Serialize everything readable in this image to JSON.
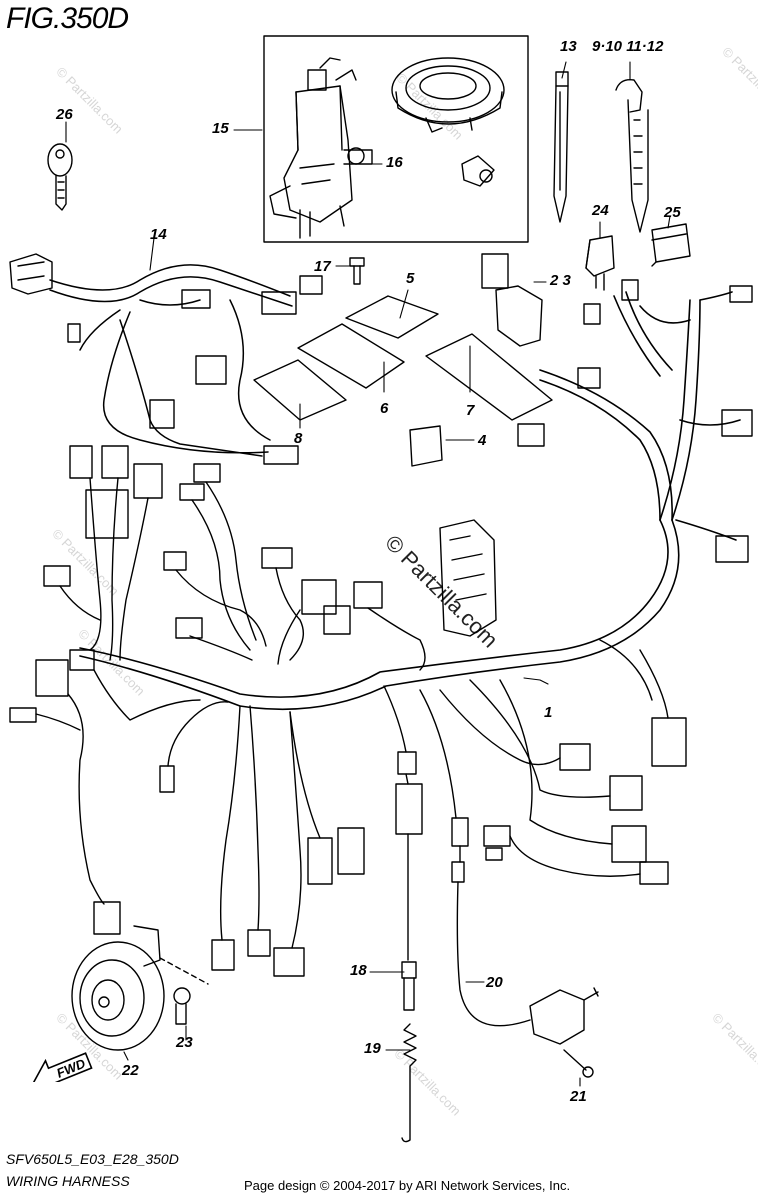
{
  "figure_title": "FIG.350D",
  "watermark": "© Partzilla.com",
  "watermark_center": "© Partzilla.com",
  "diagram_code": "SFV650L5_E03_E28_350D",
  "diagram_subtitle": "WIRING HARNESS",
  "credit": "Page design © 2004-2017 by ARI Network Services, Inc.",
  "fwd_label": "FWD",
  "callouts": {
    "c1": "1",
    "c2_3": "2 3",
    "c4": "4",
    "c5": "5",
    "c6": "6",
    "c7": "7",
    "c8": "8",
    "c9_12": "9·10 11·12",
    "c13": "13",
    "c14": "14",
    "c15": "15",
    "c16": "16",
    "c17": "17",
    "c18": "18",
    "c19": "19",
    "c20": "20",
    "c21": "21",
    "c22": "22",
    "c23": "23",
    "c24": "24",
    "c25": "25",
    "c26": "26"
  }
}
